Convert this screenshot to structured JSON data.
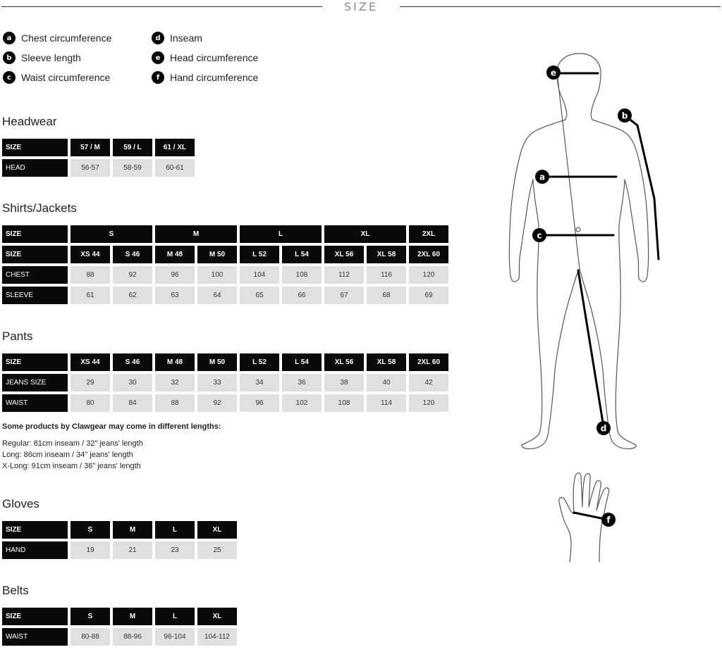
{
  "page": {
    "title": "SIZE"
  },
  "legend": [
    {
      "letter": "a",
      "label": "Chest circumference"
    },
    {
      "letter": "b",
      "label": "Sleeve length"
    },
    {
      "letter": "c",
      "label": "Waist circumference"
    },
    {
      "letter": "d",
      "label": "Inseam"
    },
    {
      "letter": "e",
      "label": "Head circumference"
    },
    {
      "letter": "f",
      "label": "Hand circumference"
    }
  ],
  "headwear": {
    "title": "Headwear",
    "header": [
      "SIZE",
      "57 / M",
      "59 / L",
      "61 / XL"
    ],
    "rows": [
      {
        "label": "HEAD",
        "values": [
          "56-57",
          "58-59",
          "60-61"
        ]
      }
    ]
  },
  "shirts": {
    "title": "Shirts/Jackets",
    "groups": [
      "SIZE",
      "S",
      "M",
      "L",
      "XL",
      "2XL"
    ],
    "sizes": [
      "SIZE",
      "XS 44",
      "S 46",
      "M 48",
      "M 50",
      "L 52",
      "L 54",
      "XL 56",
      "XL 58",
      "2XL 60"
    ],
    "rows": [
      {
        "label": "CHEST",
        "values": [
          "88",
          "92",
          "96",
          "100",
          "104",
          "108",
          "112",
          "116",
          "120"
        ]
      },
      {
        "label": "SLEEVE",
        "values": [
          "61",
          "62",
          "63",
          "64",
          "65",
          "66",
          "67",
          "68",
          "69"
        ]
      }
    ]
  },
  "pants": {
    "title": "Pants",
    "header": [
      "SIZE",
      "XS 44",
      "S 46",
      "M 48",
      "M 50",
      "L 52",
      "L 54",
      "XL 56",
      "XL 58",
      "2XL 60"
    ],
    "rows": [
      {
        "label": "JEANS SIZE",
        "values": [
          "29",
          "30",
          "32",
          "33",
          "34",
          "36",
          "38",
          "40",
          "42"
        ]
      },
      {
        "label": "WAIST",
        "values": [
          "80",
          "84",
          "88",
          "92",
          "96",
          "102",
          "108",
          "114",
          "120"
        ]
      }
    ],
    "note_heading": "Some products by Clawgear may come in different lengths:",
    "lengths": [
      "Regular: 81cm inseam / 32\" jeans' length",
      "Long: 86cm inseam / 34\" jeans' length",
      "X-Long: 91cm inseam / 36\" jeans' length"
    ]
  },
  "gloves": {
    "title": "Gloves",
    "header": [
      "SIZE",
      "S",
      "M",
      "L",
      "XL"
    ],
    "rows": [
      {
        "label": "HAND",
        "values": [
          "19",
          "21",
          "23",
          "25"
        ]
      }
    ]
  },
  "belts": {
    "title": "Belts",
    "header": [
      "SIZE",
      "S",
      "M",
      "L",
      "XL"
    ],
    "rows": [
      {
        "label": "WAIST",
        "values": [
          "80-88",
          "88-96",
          "96-104",
          "104-112"
        ]
      }
    ]
  },
  "figure": {
    "markers": [
      "e",
      "b",
      "a",
      "c",
      "d",
      "f"
    ]
  }
}
